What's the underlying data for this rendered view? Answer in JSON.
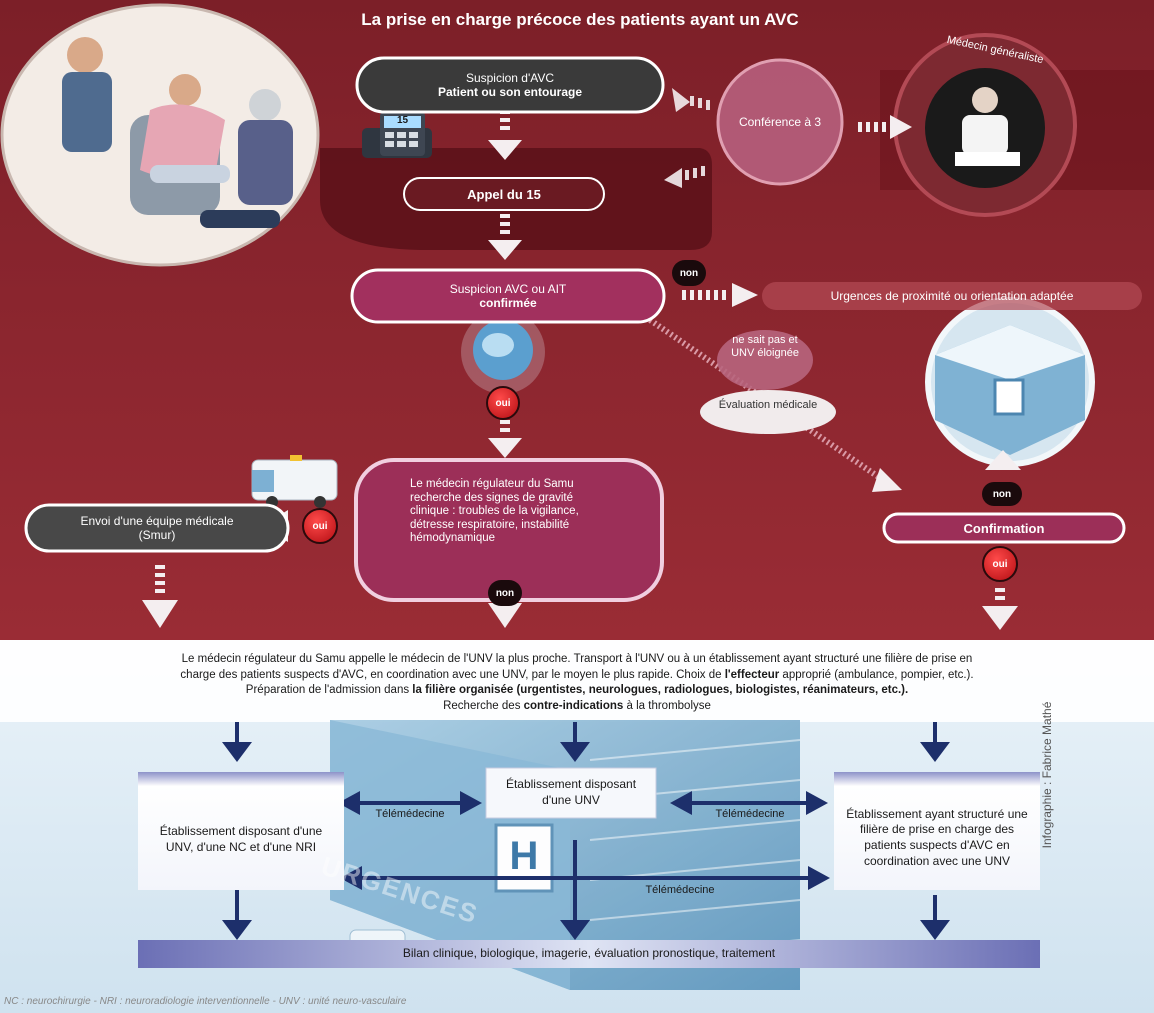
{
  "title": "La prise en charge précoce des patients ayant un AVC",
  "colors": {
    "maroon": "#8f2530",
    "dark_maroon": "#5d1219",
    "red_badge": "#e0141c",
    "pink_pill": "#b8396a",
    "light_blue": "#cfe3f0",
    "arrow_blue": "#1d2f6b"
  },
  "nodes": {
    "suspicion_title": "Suspicion d'AVC",
    "suspicion_sub": "Patient ou son entourage",
    "conference": "Conférence à 3",
    "generaliste": "Médecin généraliste",
    "appel": "Appel du 15",
    "confirmed_line1": "Suspicion AVC ou AIT",
    "confirmed_line2": "confirmée",
    "urgences_prox": "Urgences de proximité ou orientation adaptée",
    "ne_sait_pas": "ne sait pas et UNV éloignée",
    "evaluation": "Évaluation médicale",
    "regulateur_text": "Le médecin régulateur du Samu recherche des signes de gravité clinique : troubles de la vigilance, détresse respiratoire, instabilité hémodynamique",
    "envoi_line1": "Envoi d'une équipe médicale",
    "envoi_line2": "(Smur)",
    "confirmation": "Confirmation",
    "phone_display": "15"
  },
  "badges": {
    "non_top": "non",
    "oui_brain": "oui",
    "oui_smur": "oui",
    "non_bottom": "non",
    "non_right": "non",
    "oui_right": "oui"
  },
  "summary": {
    "line1": "Le médecin régulateur du Samu appelle le médecin de l'UNV la plus proche. Transport à l'UNV ou à un établissement ayant structuré une filière de prise en",
    "line2_a": "charge des patients suspects d'AVC, en coordination avec une UNV, par le moyen le plus rapide. Choix de ",
    "line2_b": "l'effecteur",
    "line2_c": " approprié (ambulance, pompier, etc.).",
    "line3_a": "Préparation de l'admission dans ",
    "line3_b": "la filière organisée (urgentistes, neurologues, radiologues, biologistes, réanimateurs, etc.).",
    "line4_a": "Recherche des ",
    "line4_b": "contre-indications",
    "line4_c": " à la thrombolyse"
  },
  "establishments": {
    "left": "Établissement disposant d'une UNV, d'une NC et d'une NRI",
    "center": "Établissement disposant d'une UNV",
    "right": "Établissement ayant structuré une filière de prise en charge des patients suspects d'AVC en coordination avec une UNV",
    "tele_left": "Télémédecine",
    "tele_right": "Télémédecine",
    "tele_bottom": "Télémédecine",
    "urgences_sign": "URGENCES",
    "h_sign": "H"
  },
  "bottom_bar": "Bilan clinique, biologique, imagerie, évaluation pronostique, traitement",
  "credit": "Infographie : Fabrice Mathé",
  "footnote": "NC : neurochirurgie - NRI : neuroradiologie interventionnelle - UNV : unité neuro-vasculaire"
}
